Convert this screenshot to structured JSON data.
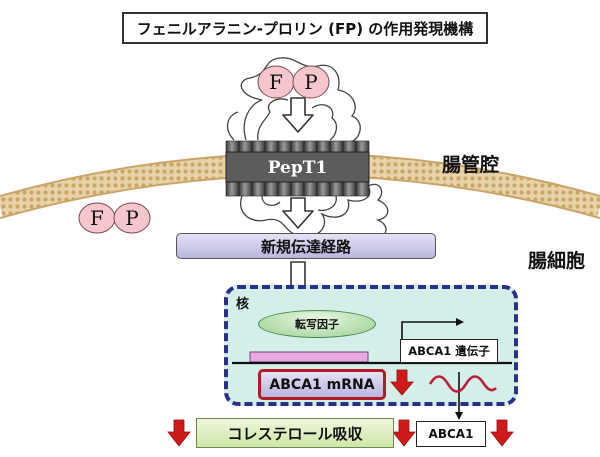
{
  "title": "フェニルアラニン-プロリン (FP) の作用発現機構",
  "dipeptide": {
    "residue1": "F",
    "residue2": "P"
  },
  "transporter": {
    "label": "PepT1"
  },
  "regions": {
    "lumen": "腸管腔",
    "cell": "腸細胞"
  },
  "pathway": {
    "label": "新規伝達経路"
  },
  "nucleus": {
    "label": "核",
    "transcription_factor": "転写因子",
    "gene": "ABCA1 遺伝子",
    "mrna": "ABCA1 mRNA"
  },
  "outcomes": {
    "cholesterol_absorption": "コレステロール吸収",
    "protein": "ABCA1"
  },
  "colors": {
    "membrane": "#d9b883",
    "membrane_head": "#c9a56a",
    "transporter": "#555555",
    "peptide_fill": "#f5c6cc",
    "down_arrow": "#d01a1a",
    "nucleus_border": "#2b2f86",
    "mrna_wave": "#b8203a",
    "mrna_border": "#b31a24"
  }
}
